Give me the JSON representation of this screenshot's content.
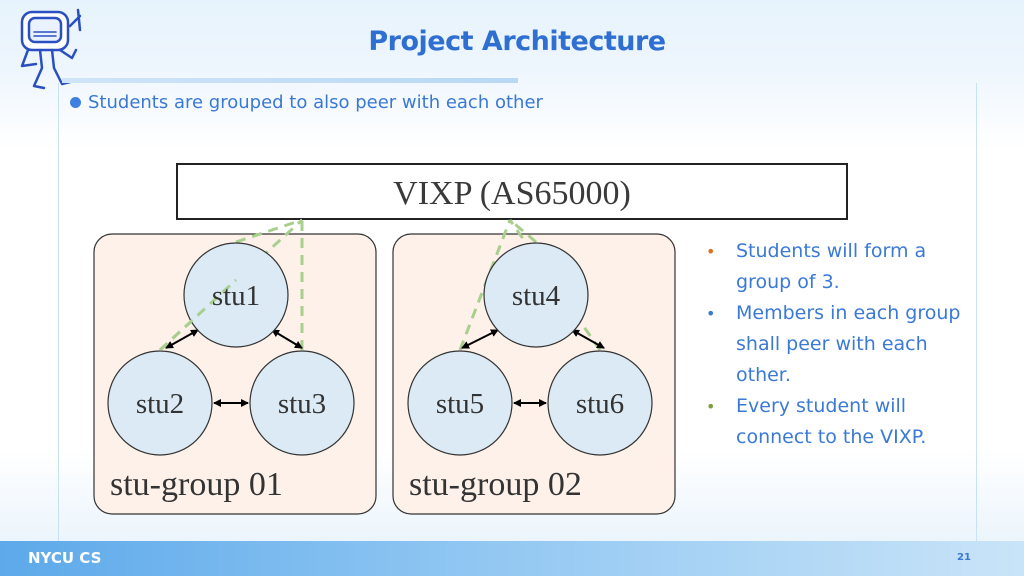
{
  "slide": {
    "title": "Project Architecture",
    "bullet": "Students are grouped to also peer with each other",
    "footer_text": "NYCU CS",
    "page_number": "21"
  },
  "diagram": {
    "ixp_label": "VIXP (AS65000)",
    "groups": [
      {
        "label": "stu-group 01",
        "nodes": [
          "stu1",
          "stu2",
          "stu3"
        ]
      },
      {
        "label": "stu-group 02",
        "nodes": [
          "stu4",
          "stu5",
          "stu6"
        ]
      }
    ]
  },
  "notes": [
    {
      "text": "Students will form a group of 3.",
      "color": "#e07020"
    },
    {
      "text": "Members in each group shall peer with each other.",
      "color": "#3a7ad6"
    },
    {
      "text": "Every student will connect to the VIXP.",
      "color": "#7aa040"
    }
  ],
  "colors": {
    "accent": "#2f6fd1",
    "node_fill": "#dbeaf5",
    "group_fill": "#fdf1ea",
    "dashed_link": "#a9cf8e"
  }
}
